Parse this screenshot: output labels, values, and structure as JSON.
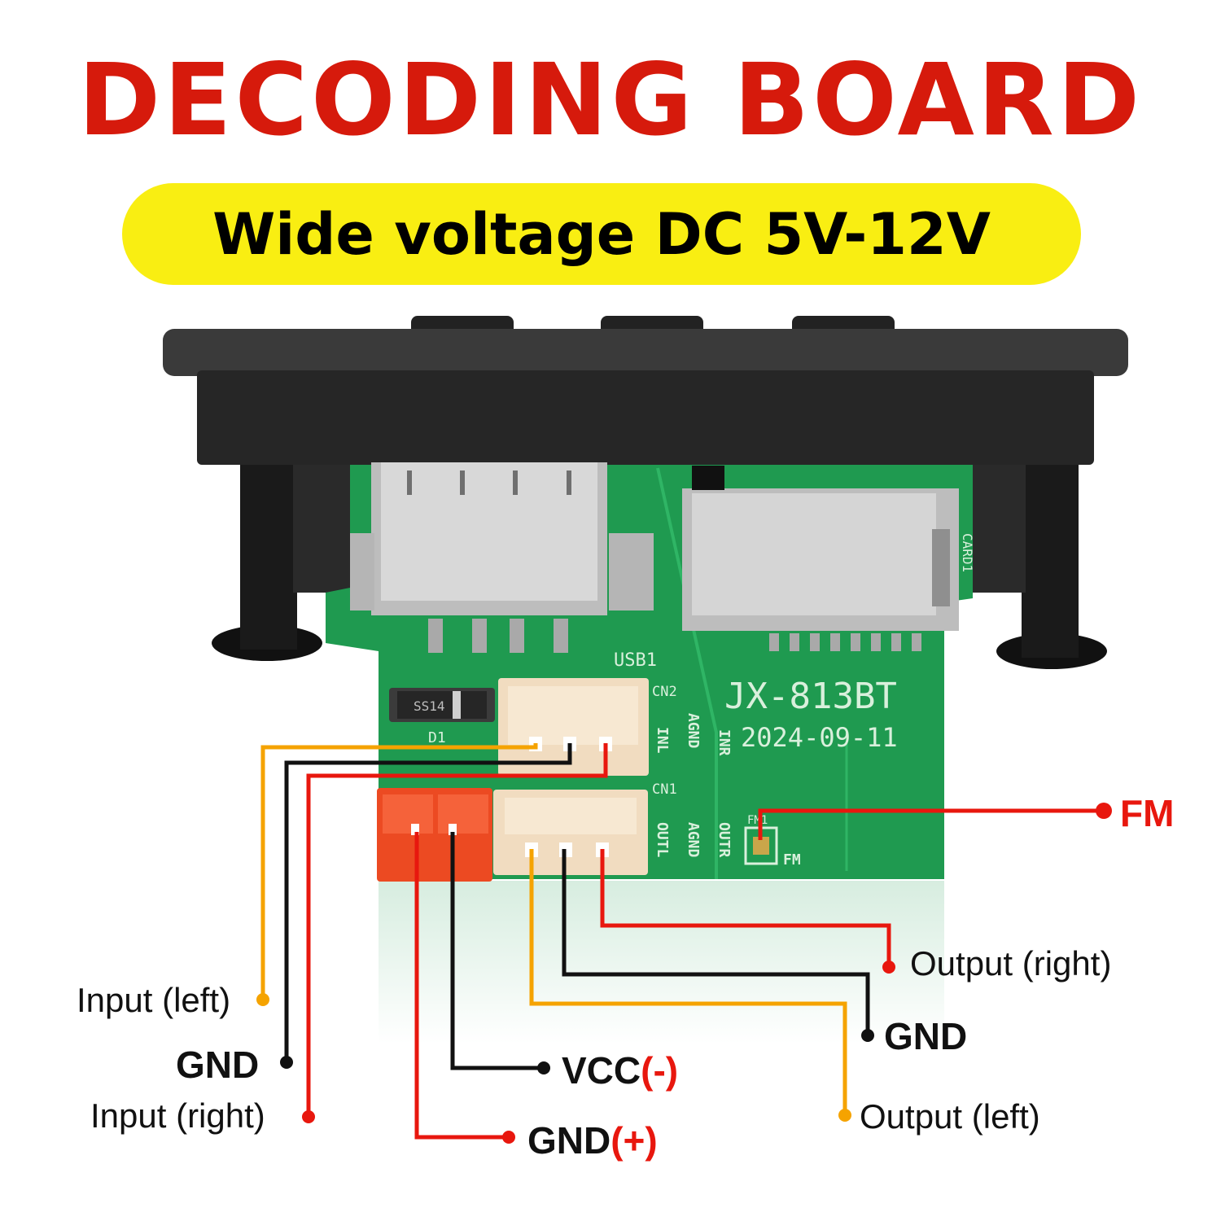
{
  "header": {
    "title": "DECODING BOARD",
    "subtitle": "Wide voltage DC 5V-12V"
  },
  "board": {
    "model": "JX-813BT",
    "date": "2024-09-11",
    "silkscreen": {
      "usb": "USB1",
      "cn2": "CN2",
      "cn1": "CN1",
      "d1": "D1",
      "diode": "SS14",
      "inl": "INL",
      "agnd_in": "AGND",
      "inr": "INR",
      "outl": "OUTL",
      "agnd_out": "AGND",
      "outr": "OUTR",
      "fm": "FM",
      "fm_pad": "FM1",
      "card": "CARD1"
    }
  },
  "labels": {
    "input_left": "Input (left)",
    "gnd_left": "GND",
    "input_right": "Input (right)",
    "vcc": "VCC",
    "vcc_polarity": "(-)",
    "gnd_power": "GND",
    "gnd_power_polarity": "(+)",
    "fm": "FM",
    "output_right": "Output (right)",
    "gnd_right": "GND",
    "output_left": "Output (left)"
  },
  "colors": {
    "title": "#d61a0c",
    "pill": "#f9ee12",
    "wire_orange": "#f5a300",
    "wire_black": "#111111",
    "wire_red": "#e8170e",
    "pcb": "#1f9a50"
  }
}
